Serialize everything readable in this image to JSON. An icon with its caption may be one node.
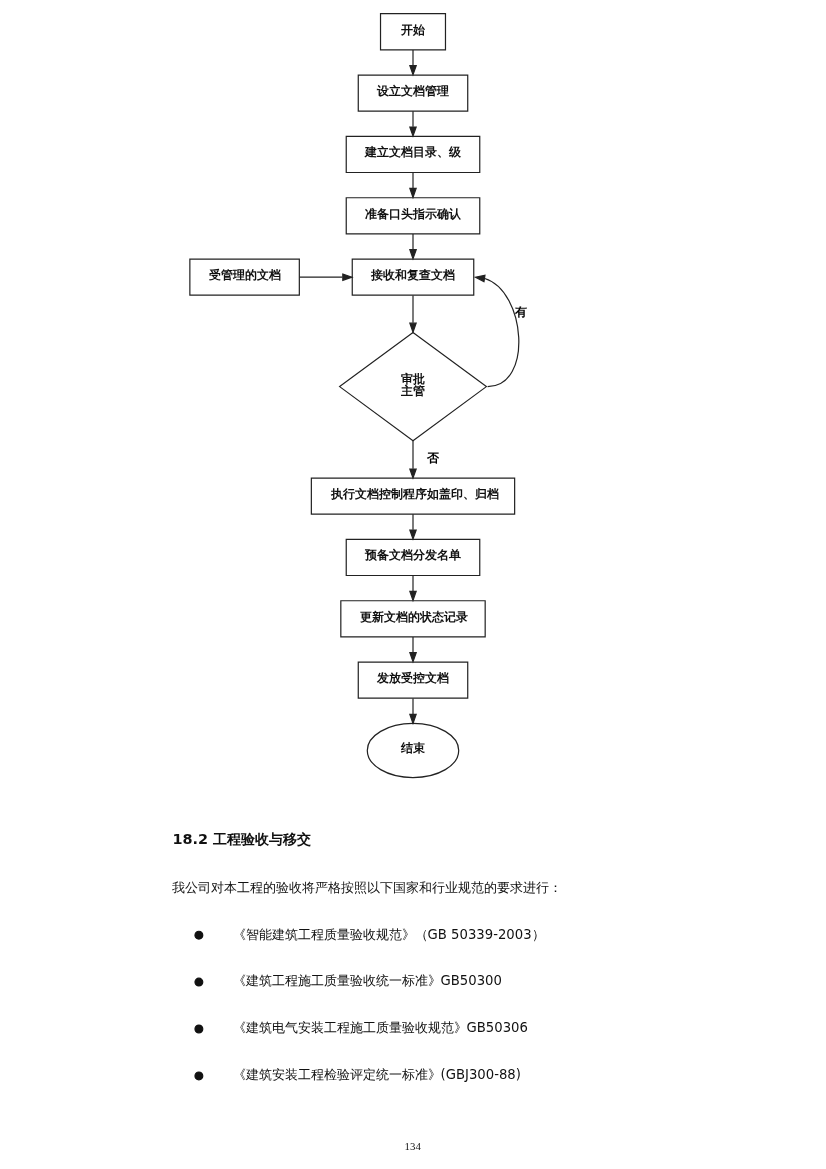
{
  "diagram": {
    "nodes": [
      {
        "text": [
          "开始"
        ]
      },
      {
        "text": [
          "设立文档管理"
        ]
      },
      {
        "text": [
          "建立文档目录、级"
        ]
      },
      {
        "text": [
          "准备口头指示确认"
        ]
      },
      {
        "text": [
          "受管理的文档"
        ]
      },
      {
        "text": [
          "接收和复查文档"
        ]
      },
      {
        "text": [
          "审批",
          "主管"
        ]
      },
      {
        "text": [
          "执行文档控制程序如盖印、归档"
        ]
      },
      {
        "text": [
          "预备文档分发名单"
        ]
      },
      {
        "text": [
          "更新文档的状态记录"
        ]
      },
      {
        "text": [
          "发放受控文档"
        ]
      },
      {
        "text": [
          "结束"
        ]
      }
    ],
    "edges": [
      {
        "from": 0,
        "to": 1,
        "arrow": "to"
      },
      {
        "from": 1,
        "to": 2,
        "arrow": "to"
      },
      {
        "from": 2,
        "to": 3,
        "arrow": "to"
      },
      {
        "from": 3,
        "to": 5,
        "arrow": "to"
      },
      {
        "from": 4,
        "to": 5,
        "arrow": "to"
      },
      {
        "from": 5,
        "to": 6,
        "arrow": "to"
      },
      {
        "from": 6,
        "to": 5,
        "arrow": "to",
        "label": "有"
      },
      {
        "from": 6,
        "to": 7,
        "arrow": "to",
        "label": "否"
      },
      {
        "from": 7,
        "to": 8,
        "arrow": "to"
      },
      {
        "from": 8,
        "to": 9,
        "arrow": "to"
      },
      {
        "from": 9,
        "to": 10,
        "arrow": "to"
      },
      {
        "from": 10,
        "to": 11,
        "arrow": "to"
      }
    ],
    "labels": [
      "18.2 工程验收与移交",
      "我公司对本工程的验收将严格按照以下国家和行业规范的要求进行：",
      "《智能建筑工程质量验收规范》（GB 50339-2003）",
      "《建筑工程施工质量验收统一标准》GB50300",
      "《建筑电气安装工程施工质量验收规范》GB50306",
      "《建筑安装工程检验评定统一标准》(GBJ300-88)",
      "134"
    ]
  }
}
